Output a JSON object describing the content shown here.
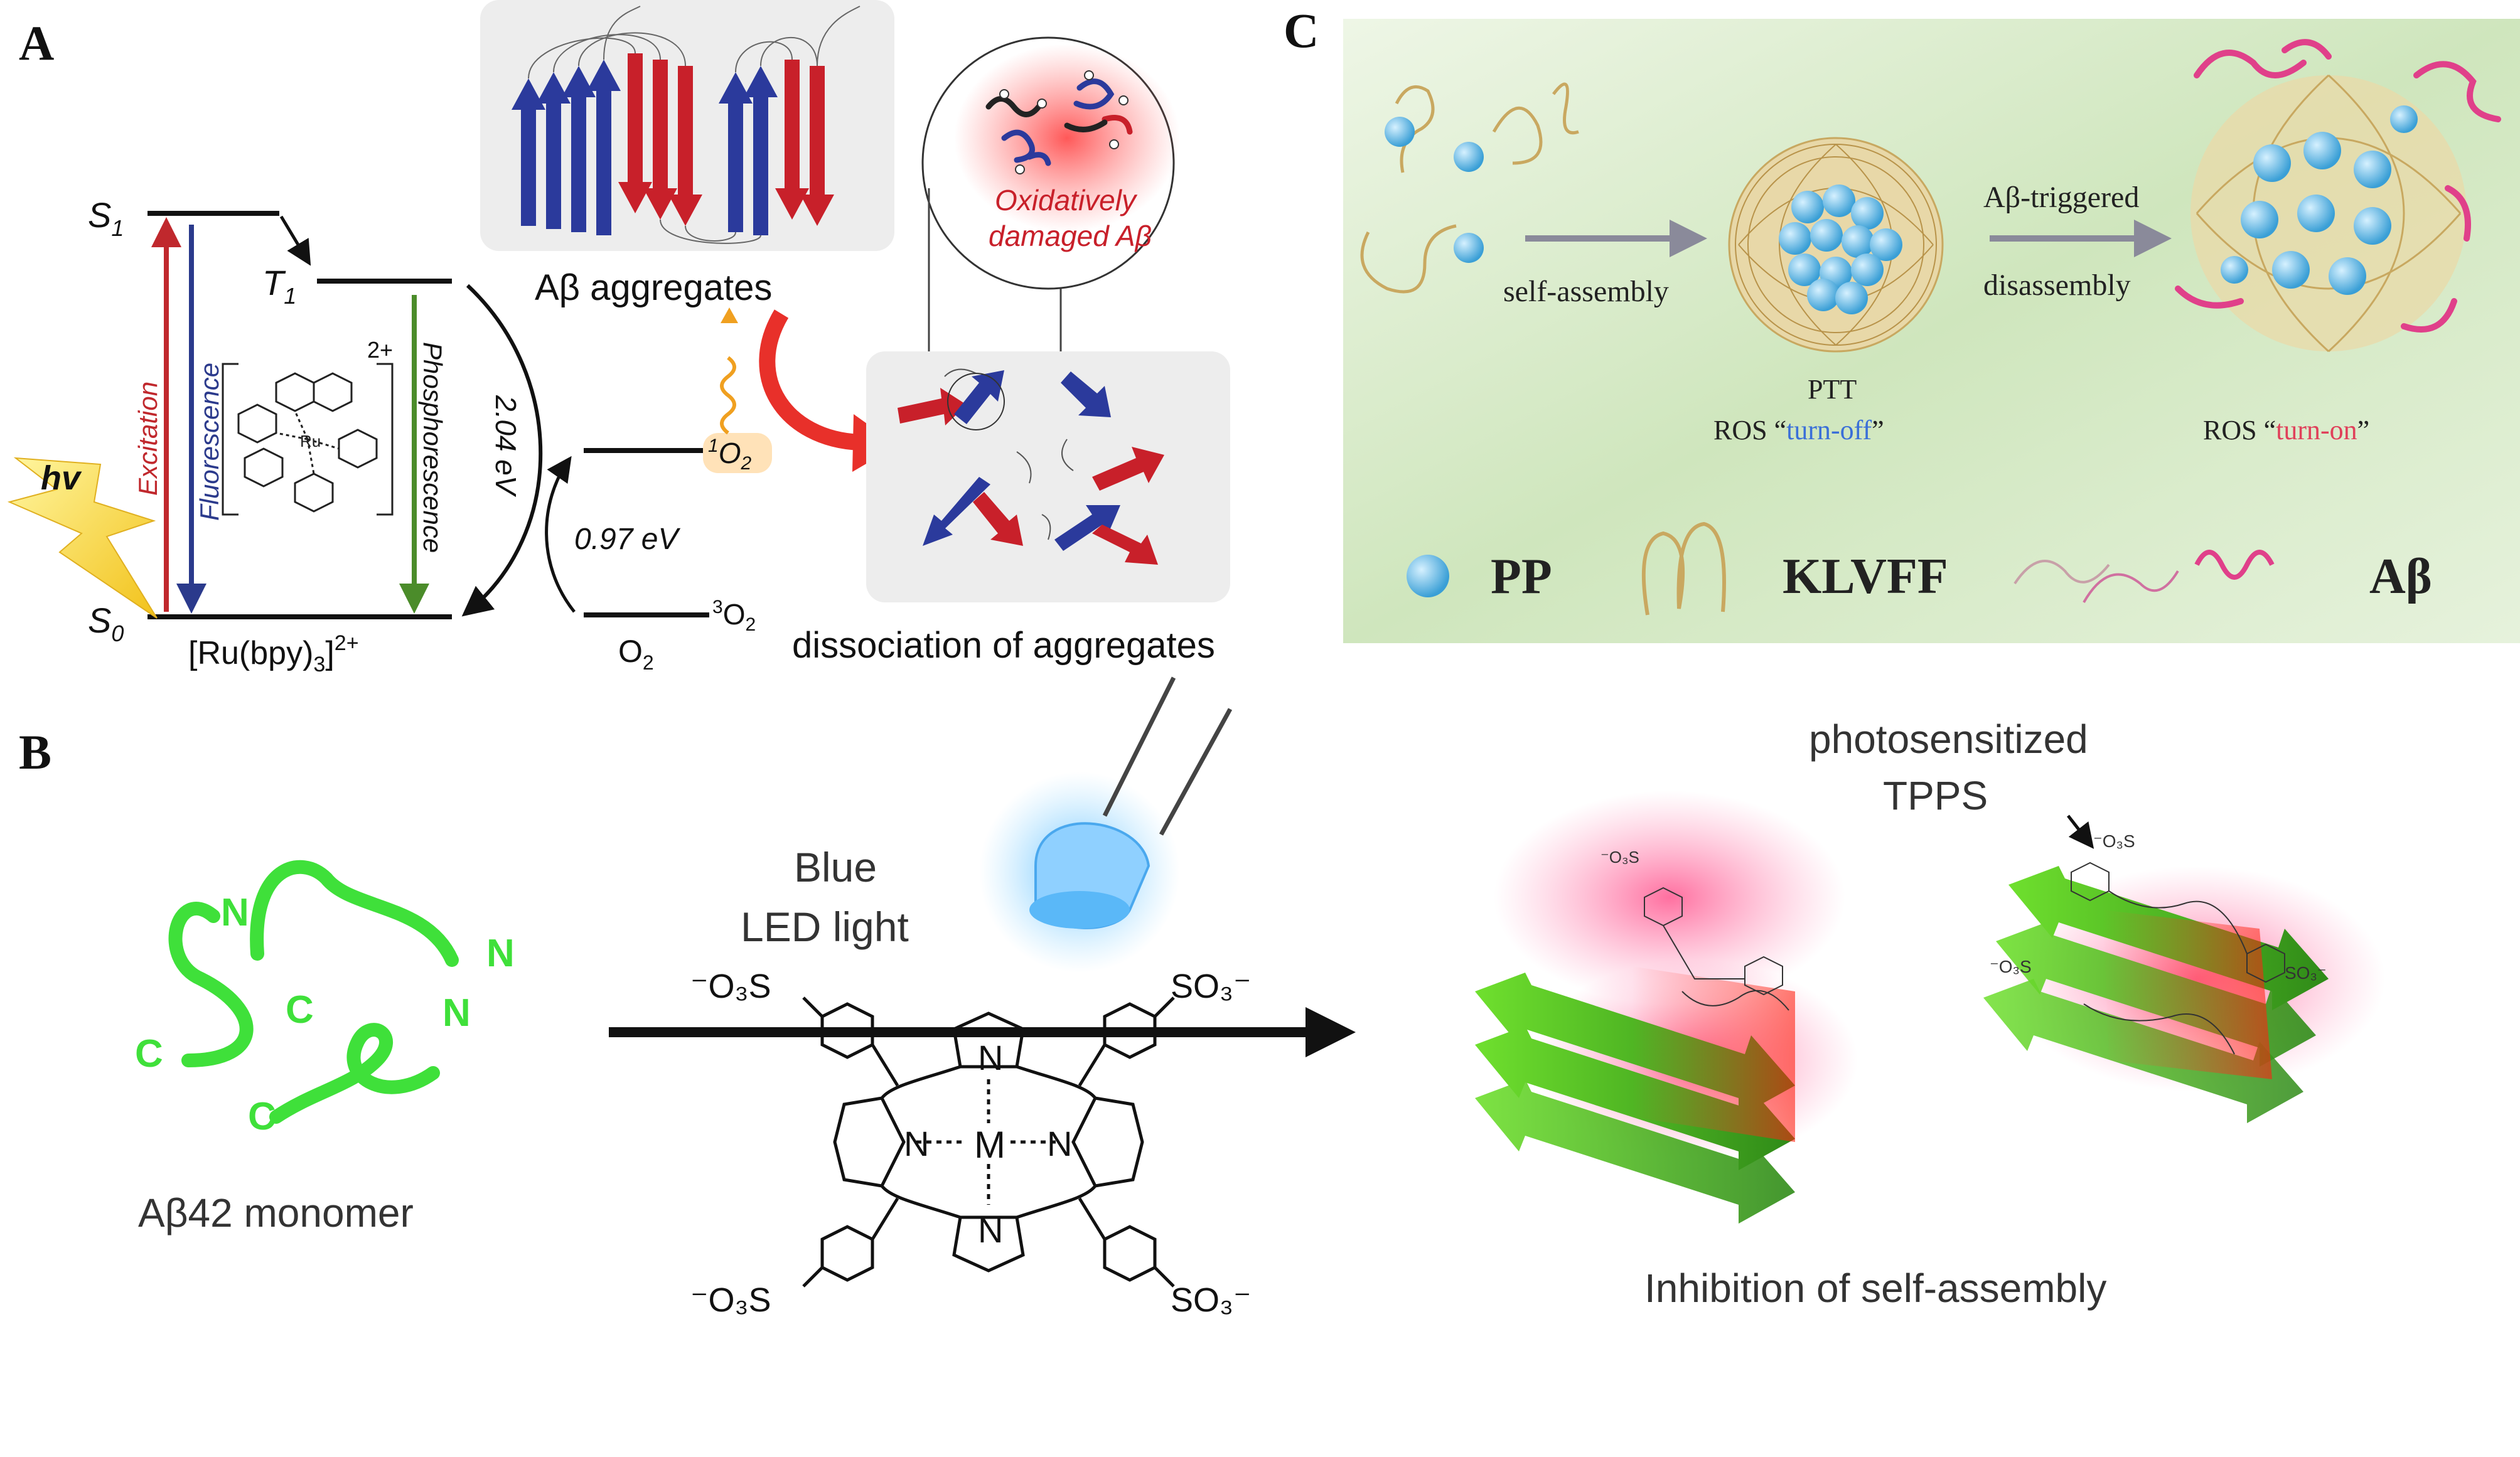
{
  "panel_labels": {
    "a": "A",
    "b": "B",
    "c": "C"
  },
  "panel_a": {
    "levels": {
      "s1": "S1",
      "t1": "T1",
      "s0": "S0",
      "s1_main": "S",
      "s1_sub": "1",
      "t1_main": "T",
      "t1_sub": "1",
      "s0_main": "S",
      "s0_sub": "0"
    },
    "arrows": {
      "excitation": "Excitation",
      "fluorescence": "Fluorescence",
      "phosphorescence": "Phosphorescence"
    },
    "energy_gap_1": "2.04 eV",
    "energy_gap_2": "0.97 eV",
    "hv": "hv",
    "complex_charge": "2+",
    "complex_name_main": "[Ru(bpy)",
    "complex_name_sub": "3",
    "complex_name_close": "]",
    "complex_name_sup": "2+",
    "singlet_oxygen_sup": "1",
    "singlet_oxygen_main": "O",
    "singlet_oxygen_sub": "2",
    "triplet_oxygen_sup": "3",
    "triplet_oxygen_main": "O",
    "triplet_oxygen_sub": "2",
    "oxygen_main": "O",
    "oxygen_sub": "2",
    "aggregates_label": "Aβ aggregates",
    "damaged_line1": "Oxidatively",
    "damaged_line2": "damaged Aβ",
    "dissociation_label": "dissociation of aggregates"
  },
  "panel_b": {
    "monomer_label": "Aβ42 monomer",
    "terminal_n": "N",
    "terminal_c": "C",
    "light_line1": "Blue",
    "light_line2": "LED light",
    "metal": "M",
    "ring_n": "N",
    "sulfonate_left": "⁻O₃S",
    "sulfonate_right": "SO₃⁻",
    "photosensitized_line1": "photosensitized",
    "photosensitized_line2": "TPPS",
    "inhibition_label": "Inhibition of self-assembly"
  },
  "panel_c": {
    "self_assembly": "self-assembly",
    "triggered_line1": "Aβ-triggered",
    "triggered_line2": "disassembly",
    "ptt": "PTT",
    "ros_off_prefix": "ROS “",
    "ros_off_word": "turn-off",
    "ros_off_suffix": "”",
    "ros_on_prefix": "ROS “",
    "ros_on_word": "turn-on",
    "ros_on_suffix": "”",
    "legend_pp": "PP",
    "legend_klvff": "KLVFF",
    "legend_ab": "Aβ"
  },
  "colors": {
    "excitation": "#c0282d",
    "fluorescence": "#2b3a8c",
    "phosphorescence": "#4b8c2a",
    "beta_blue": "#2b3a9c",
    "beta_red": "#c8202a",
    "peptide_green": "#3fe03a",
    "turn_off": "#3a6fd8",
    "turn_on": "#e0405a",
    "panel_c_bg": "#d8ecc8"
  }
}
